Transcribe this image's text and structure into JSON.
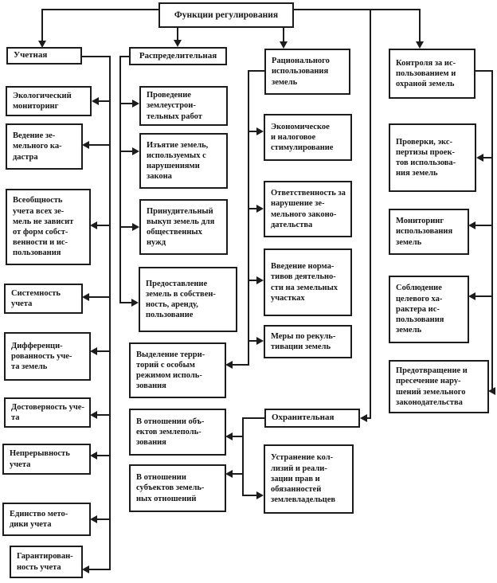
{
  "diagram": {
    "root": {
      "label": "Функции регулирования"
    },
    "uchetnaya": {
      "label": "Учетная",
      "items": [
        "Экологический\nмониторинг",
        "Ведение зе-\nмельного ка-\nдастра",
        "Всеобщность\nучета всех зе-\nмель не зависит\nот форм собст-\nвенности и ис-\nпользования",
        "Системность\nучета",
        "Дифференци-\nрованность уче-\nта земель",
        "Достоверность уче-\nта",
        "Непрерывность\nучета",
        "Единство мето-\nдики учета",
        "Гарантирован-\nность учета"
      ]
    },
    "raspredelitelnaya": {
      "label": "Распределительная",
      "items": [
        "Проведение\nземлеустрои-\nтельных работ",
        "Изъятие земель,\nиспользуемых с\nнарушениями\nзакона",
        "Принудительный\nвыкуп земель для\nобщественных\nнужд",
        "Предоставление\nземель в собствен-\nность, аренду,\nпользование"
      ]
    },
    "ratsionalnogo": {
      "label": "Рационального\nиспользования\nземель",
      "items": [
        "Экономическое\nи налоговое\nстимулирование",
        "Ответственность за\nнарушение зе-\nмельного законо-\nдательства",
        "Введение норма-\nтивов деятельно-\nсти на земельных\nучастках",
        "Меры по рекуль-\nтивации земель",
        "Выделение терри-\nторий с особым\nрежимом исполь-\nзования"
      ]
    },
    "okhranitelnaya": {
      "label": "Охранительная",
      "items": [
        "В отношении объ-\nектов землеполь-\nзования",
        "В отношении\nсубъектов земель-\nных отношений",
        "Устранение кол-\nлизий и реали-\nзации прав и\nобязанностей\nземлевладельцев"
      ]
    },
    "kontrolya": {
      "label": "Контроля за ис-\nпользованием и\nохраной земель",
      "items": [
        "Проверки, экс-\nпертизы проек-\nтов использова-\nния земель",
        "Мониторинг\nиспользования\nземель",
        "Соблюдение\nцелевого ха-\nрактера ис-\nпользования\nземель",
        "Предотвращение и\nпресечение нару-\nшений земельного\nзаконодательства"
      ]
    }
  }
}
